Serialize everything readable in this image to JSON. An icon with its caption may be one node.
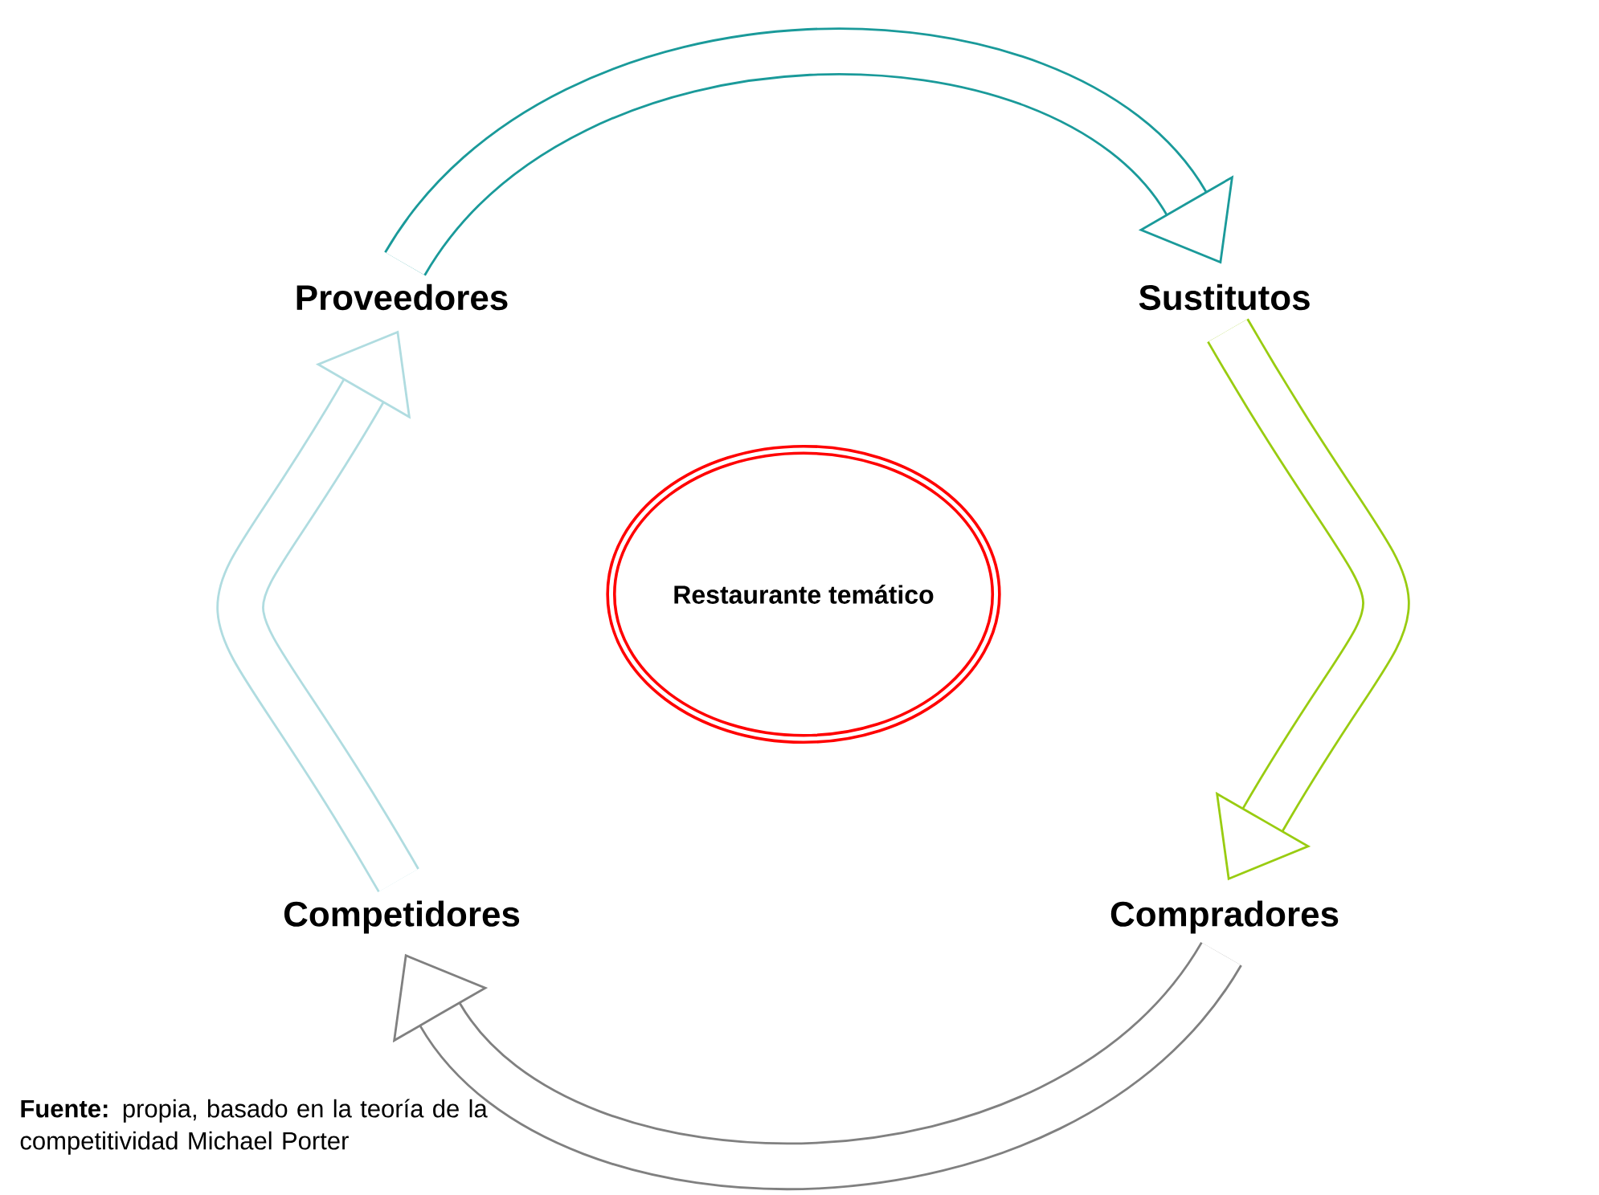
{
  "diagram": {
    "nodes": [
      {
        "text": [
          "Proveedores"
        ]
      },
      {
        "text": [
          "Sustitutos"
        ]
      },
      {
        "text": [
          "Compradores"
        ]
      },
      {
        "text": [
          "Competidores"
        ]
      },
      {
        "text": [
          "Restaurante temático"
        ]
      }
    ],
    "edges": [
      {
        "from": 0,
        "to": 1,
        "arrow": "to",
        "color": "#1a9a9a"
      },
      {
        "from": 1,
        "to": 2,
        "arrow": "to",
        "color": "#99cc11"
      },
      {
        "from": 2,
        "to": 3,
        "arrow": "to",
        "color": "#808080"
      },
      {
        "from": 3,
        "to": 0,
        "arrow": "to",
        "color": "#b0dce0"
      }
    ],
    "labels": [
      "**Fuente:** propia, basado en la teoría de la competitividad Michael Porter"
    ]
  }
}
